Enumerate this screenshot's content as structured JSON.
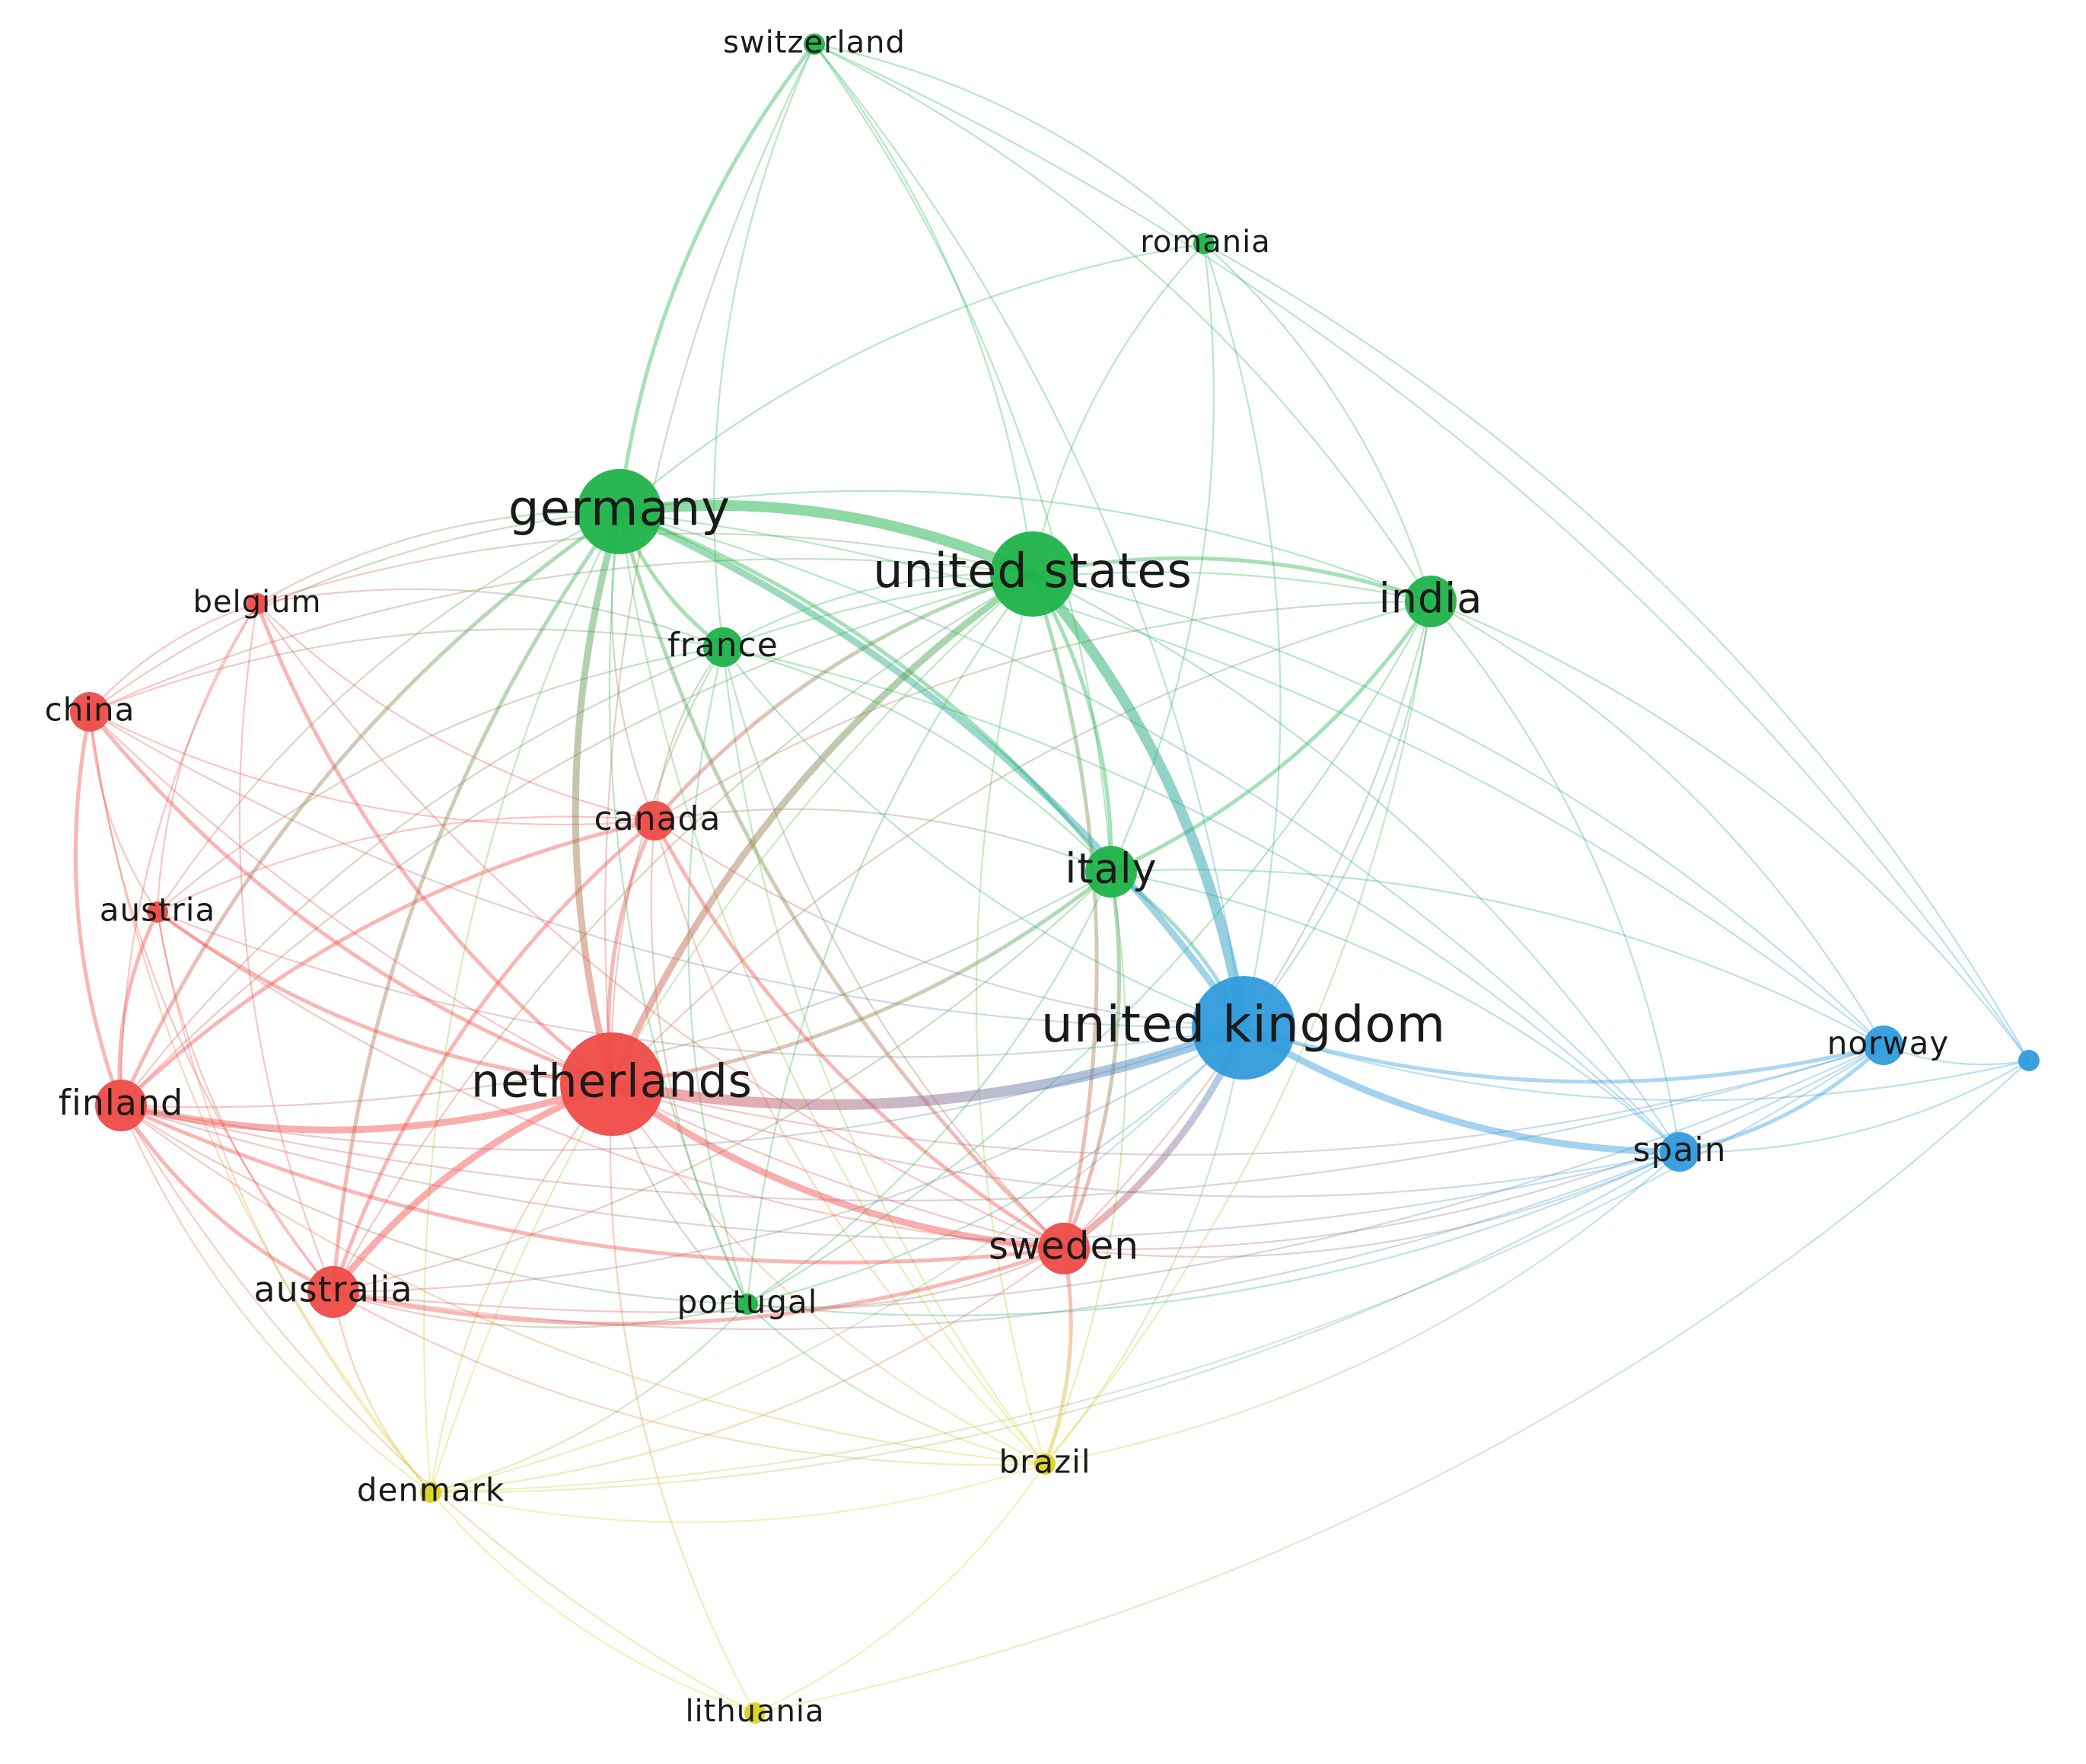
{
  "network": {
    "clusters": {
      "red": "#ee4b47",
      "green": "#1fb34a",
      "blue": "#2f9bdc",
      "yellow": "#d9d421"
    },
    "nodes": [
      {
        "id": "switzerland",
        "label": "switzerland",
        "cluster": "green",
        "weight": 1
      },
      {
        "id": "romania",
        "label": "romania",
        "cluster": "green",
        "weight": 1
      },
      {
        "id": "germany",
        "label": "germany",
        "cluster": "green",
        "weight": 5
      },
      {
        "id": "united-states",
        "label": "united states",
        "cluster": "green",
        "weight": 5
      },
      {
        "id": "india",
        "label": "india",
        "cluster": "green",
        "weight": 3
      },
      {
        "id": "belgium",
        "label": "belgium",
        "cluster": "red",
        "weight": 1
      },
      {
        "id": "france",
        "label": "france",
        "cluster": "green",
        "weight": 2
      },
      {
        "id": "china",
        "label": "china",
        "cluster": "red",
        "weight": 2
      },
      {
        "id": "canada",
        "label": "canada",
        "cluster": "red",
        "weight": 2
      },
      {
        "id": "italy",
        "label": "italy",
        "cluster": "green",
        "weight": 3
      },
      {
        "id": "austria",
        "label": "austria",
        "cluster": "red",
        "weight": 1
      },
      {
        "id": "united-kingdom",
        "label": "united kingdom",
        "cluster": "blue",
        "weight": 6
      },
      {
        "id": "norway",
        "label": "norway",
        "cluster": "blue",
        "weight": 2
      },
      {
        "id": "unlabeled",
        "label": "",
        "cluster": "blue",
        "weight": 1
      },
      {
        "id": "netherlands",
        "label": "netherlands",
        "cluster": "red",
        "weight": 6
      },
      {
        "id": "finland",
        "label": "finland",
        "cluster": "red",
        "weight": 3
      },
      {
        "id": "spain",
        "label": "spain",
        "cluster": "blue",
        "weight": 2
      },
      {
        "id": "sweden",
        "label": "sweden",
        "cluster": "red",
        "weight": 3
      },
      {
        "id": "australia",
        "label": "australia",
        "cluster": "red",
        "weight": 3
      },
      {
        "id": "portugal",
        "label": "portugal",
        "cluster": "green",
        "weight": 1
      },
      {
        "id": "brazil",
        "label": "brazil",
        "cluster": "yellow",
        "weight": 1
      },
      {
        "id": "denmark",
        "label": "denmark",
        "cluster": "yellow",
        "weight": 1
      },
      {
        "id": "lithuania",
        "label": "lithuania",
        "cluster": "yellow",
        "weight": 1
      }
    ],
    "links": [
      [
        "germany",
        "united-states",
        4
      ],
      [
        "germany",
        "netherlands",
        3
      ],
      [
        "germany",
        "united-kingdom",
        3
      ],
      [
        "germany",
        "italy",
        2
      ],
      [
        "germany",
        "france",
        2
      ],
      [
        "germany",
        "sweden",
        2
      ],
      [
        "germany",
        "switzerland",
        2
      ],
      [
        "germany",
        "india",
        1
      ],
      [
        "germany",
        "spain",
        1
      ],
      [
        "germany",
        "finland",
        2
      ],
      [
        "germany",
        "australia",
        2
      ],
      [
        "germany",
        "canada",
        1
      ],
      [
        "germany",
        "belgium",
        1
      ],
      [
        "germany",
        "austria",
        1
      ],
      [
        "germany",
        "china",
        1
      ],
      [
        "germany",
        "portugal",
        1
      ],
      [
        "germany",
        "brazil",
        1
      ],
      [
        "germany",
        "denmark",
        1
      ],
      [
        "germany",
        "norway",
        1
      ],
      [
        "germany",
        "romania",
        1
      ],
      [
        "united-states",
        "united-kingdom",
        4
      ],
      [
        "united-states",
        "netherlands",
        3
      ],
      [
        "united-states",
        "italy",
        2
      ],
      [
        "united-states",
        "india",
        2
      ],
      [
        "united-states",
        "sweden",
        2
      ],
      [
        "united-states",
        "france",
        1
      ],
      [
        "united-states",
        "canada",
        2
      ],
      [
        "united-states",
        "switzerland",
        1
      ],
      [
        "united-states",
        "romania",
        1
      ],
      [
        "united-states",
        "spain",
        1
      ],
      [
        "united-states",
        "australia",
        1
      ],
      [
        "united-states",
        "brazil",
        1
      ],
      [
        "united-states",
        "finland",
        1
      ],
      [
        "united-states",
        "china",
        1
      ],
      [
        "united-states",
        "norway",
        1
      ],
      [
        "united-states",
        "portugal",
        1
      ],
      [
        "united-states",
        "belgium",
        1
      ],
      [
        "united-states",
        "denmark",
        1
      ],
      [
        "united-kingdom",
        "netherlands",
        4
      ],
      [
        "united-kingdom",
        "sweden",
        3
      ],
      [
        "united-kingdom",
        "italy",
        2
      ],
      [
        "united-kingdom",
        "spain",
        3
      ],
      [
        "united-kingdom",
        "norway",
        2
      ],
      [
        "united-kingdom",
        "india",
        1
      ],
      [
        "united-kingdom",
        "australia",
        1
      ],
      [
        "united-kingdom",
        "finland",
        1
      ],
      [
        "united-kingdom",
        "canada",
        1
      ],
      [
        "united-kingdom",
        "france",
        1
      ],
      [
        "united-kingdom",
        "brazil",
        1
      ],
      [
        "united-kingdom",
        "switzerland",
        1
      ],
      [
        "united-kingdom",
        "unlabeled",
        1
      ],
      [
        "united-kingdom",
        "portugal",
        1
      ],
      [
        "united-kingdom",
        "china",
        1
      ],
      [
        "united-kingdom",
        "denmark",
        1
      ],
      [
        "united-kingdom",
        "romania",
        1
      ],
      [
        "united-kingdom",
        "austria",
        1
      ],
      [
        "netherlands",
        "sweden",
        3
      ],
      [
        "netherlands",
        "australia",
        3
      ],
      [
        "netherlands",
        "finland",
        3
      ],
      [
        "netherlands",
        "canada",
        2
      ],
      [
        "netherlands",
        "austria",
        2
      ],
      [
        "netherlands",
        "china",
        2
      ],
      [
        "netherlands",
        "belgium",
        2
      ],
      [
        "netherlands",
        "italy",
        2
      ],
      [
        "netherlands",
        "france",
        1
      ],
      [
        "netherlands",
        "portugal",
        1
      ],
      [
        "netherlands",
        "brazil",
        1
      ],
      [
        "netherlands",
        "denmark",
        1
      ],
      [
        "netherlands",
        "spain",
        1
      ],
      [
        "netherlands",
        "india",
        1
      ],
      [
        "netherlands",
        "norway",
        1
      ],
      [
        "netherlands",
        "switzerland",
        1
      ],
      [
        "netherlands",
        "lithuania",
        1
      ],
      [
        "finland",
        "australia",
        2
      ],
      [
        "finland",
        "austria",
        2
      ],
      [
        "finland",
        "china",
        2
      ],
      [
        "finland",
        "belgium",
        1
      ],
      [
        "finland",
        "canada",
        2
      ],
      [
        "finland",
        "sweden",
        2
      ],
      [
        "finland",
        "france",
        1
      ],
      [
        "finland",
        "italy",
        1
      ],
      [
        "finland",
        "denmark",
        1
      ],
      [
        "finland",
        "portugal",
        1
      ],
      [
        "finland",
        "brazil",
        1
      ],
      [
        "finland",
        "lithuania",
        1
      ],
      [
        "australia",
        "sweden",
        2
      ],
      [
        "australia",
        "canada",
        2
      ],
      [
        "australia",
        "china",
        1
      ],
      [
        "australia",
        "austria",
        1
      ],
      [
        "australia",
        "belgium",
        1
      ],
      [
        "australia",
        "italy",
        1
      ],
      [
        "australia",
        "spain",
        1
      ],
      [
        "australia",
        "portugal",
        1
      ],
      [
        "australia",
        "brazil",
        1
      ],
      [
        "australia",
        "denmark",
        1
      ],
      [
        "australia",
        "norway",
        1
      ],
      [
        "sweden",
        "canada",
        2
      ],
      [
        "sweden",
        "italy",
        2
      ],
      [
        "sweden",
        "spain",
        1
      ],
      [
        "sweden",
        "brazil",
        2
      ],
      [
        "sweden",
        "portugal",
        1
      ],
      [
        "sweden",
        "france",
        1
      ],
      [
        "sweden",
        "india",
        1
      ],
      [
        "sweden",
        "norway",
        1
      ],
      [
        "sweden",
        "austria",
        1
      ],
      [
        "sweden",
        "belgium",
        1
      ],
      [
        "sweden",
        "china",
        1
      ],
      [
        "sweden",
        "denmark",
        1
      ],
      [
        "canada",
        "china",
        1
      ],
      [
        "canada",
        "austria",
        1
      ],
      [
        "canada",
        "belgium",
        1
      ],
      [
        "canada",
        "italy",
        1
      ],
      [
        "canada",
        "france",
        1
      ],
      [
        "canada",
        "india",
        1
      ],
      [
        "canada",
        "portugal",
        1
      ],
      [
        "canada",
        "brazil",
        1
      ],
      [
        "italy",
        "india",
        2
      ],
      [
        "italy",
        "france",
        1
      ],
      [
        "italy",
        "spain",
        1
      ],
      [
        "italy",
        "portugal",
        1
      ],
      [
        "italy",
        "brazil",
        1
      ],
      [
        "italy",
        "norway",
        1
      ],
      [
        "italy",
        "romania",
        1
      ],
      [
        "italy",
        "switzerland",
        1
      ],
      [
        "india",
        "romania",
        1
      ],
      [
        "india",
        "spain",
        1
      ],
      [
        "india",
        "norway",
        1
      ],
      [
        "india",
        "france",
        1
      ],
      [
        "india",
        "switzerland",
        1
      ],
      [
        "india",
        "brazil",
        1
      ],
      [
        "india",
        "portugal",
        1
      ],
      [
        "india",
        "unlabeled",
        1
      ],
      [
        "france",
        "portugal",
        1
      ],
      [
        "france",
        "brazil",
        1
      ],
      [
        "france",
        "switzerland",
        1
      ],
      [
        "france",
        "belgium",
        1
      ],
      [
        "france",
        "austria",
        1
      ],
      [
        "france",
        "china",
        1
      ],
      [
        "france",
        "spain",
        1
      ],
      [
        "spain",
        "norway",
        2
      ],
      [
        "spain",
        "unlabeled",
        1
      ],
      [
        "spain",
        "brazil",
        1
      ],
      [
        "spain",
        "portugal",
        1
      ],
      [
        "spain",
        "denmark",
        1
      ],
      [
        "spain",
        "finland",
        1
      ],
      [
        "norway",
        "unlabeled",
        1
      ],
      [
        "norway",
        "finland",
        1
      ],
      [
        "norway",
        "denmark",
        1
      ],
      [
        "belgium",
        "china",
        1
      ],
      [
        "belgium",
        "austria",
        1
      ],
      [
        "austria",
        "china",
        1
      ],
      [
        "switzerland",
        "romania",
        1
      ],
      [
        "switzerland",
        "unlabeled",
        1
      ],
      [
        "romania",
        "unlabeled",
        1
      ],
      [
        "portugal",
        "brazil",
        1
      ],
      [
        "portugal",
        "denmark",
        1
      ],
      [
        "brazil",
        "denmark",
        1
      ],
      [
        "brazil",
        "lithuania",
        1
      ],
      [
        "denmark",
        "lithuania",
        1
      ],
      [
        "lithuania",
        "unlabeled",
        1
      ],
      [
        "china",
        "denmark",
        1
      ],
      [
        "austria",
        "denmark",
        1
      ]
    ]
  }
}
